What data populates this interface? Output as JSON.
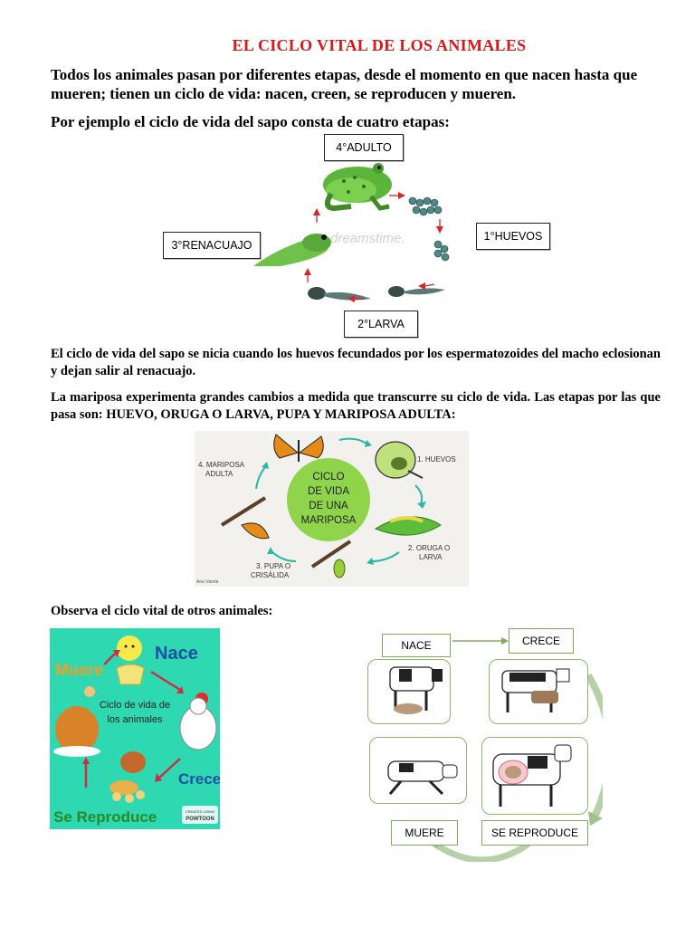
{
  "title": "EL CICLO VITAL DE LOS ANIMALES",
  "intro": "Todos los animales pasan por diferentes etapas, desde el momento en que nacen hasta que mueren; tienen un ciclo de vida: nacen, creen, se reproducen y mueren.",
  "frog_intro": "Por ejemplo el ciclo de vida del sapo consta de cuatro etapas:",
  "frog_cycle": {
    "adult": "4°ADULTO",
    "eggs": "1°HUEVOS",
    "tadpole": "3°RENACUAJO",
    "larva": "2°LARVA",
    "watermark": "dreamstime."
  },
  "frog_text": "El ciclo de vida del sapo se nicia cuando los huevos fecundados por los espermatozoides del macho eclosionan y dejan salir al renacuajo.",
  "butterfly_text": "La mariposa experimenta grandes cambios a medida que transcurre su ciclo de vida. Las etapas por las que pasa son: HUEVO, ORUGA O LARVA, PUPA Y MARIPOSA ADULTA:",
  "butterfly_cycle": {
    "center_l1": "CICLO",
    "center_l2": "DE VIDA",
    "center_l3": "DE UNA",
    "center_l4": "MARIPOSA",
    "stage1": "1. HUEVOS",
    "stage2_l1": "2. ORUGA O",
    "stage2_l2": "LARVA",
    "stage3_l1": "3. PUPA O",
    "stage3_l2": "CRISÁLIDA",
    "stage4_l1": "4. MARIPOSA",
    "stage4_l2": "ADULTA",
    "signature": "Ana Varela"
  },
  "observe_text": "Observa el ciclo vital de otros animales:",
  "chicken_cycle": {
    "nace": "Nace",
    "muere": "Muere",
    "crece": "Crece",
    "reproduce": "Se Reproduce",
    "center_l1": "Ciclo de vida de",
    "center_l2": "los animales",
    "logo_l1": "CREATED USING",
    "logo_l2": "POWTOON"
  },
  "cow_cycle": {
    "nace": "NACE",
    "crece": "CRECE",
    "muere": "MUERE",
    "reproduce": "SE REPRODUCE"
  },
  "colors": {
    "title": "#d81818",
    "arrow_red": "#d8242b",
    "chicken_bg": "#2ed8b0",
    "butterfly_center": "#8fd44a",
    "cow_green": "#8bb86a"
  }
}
